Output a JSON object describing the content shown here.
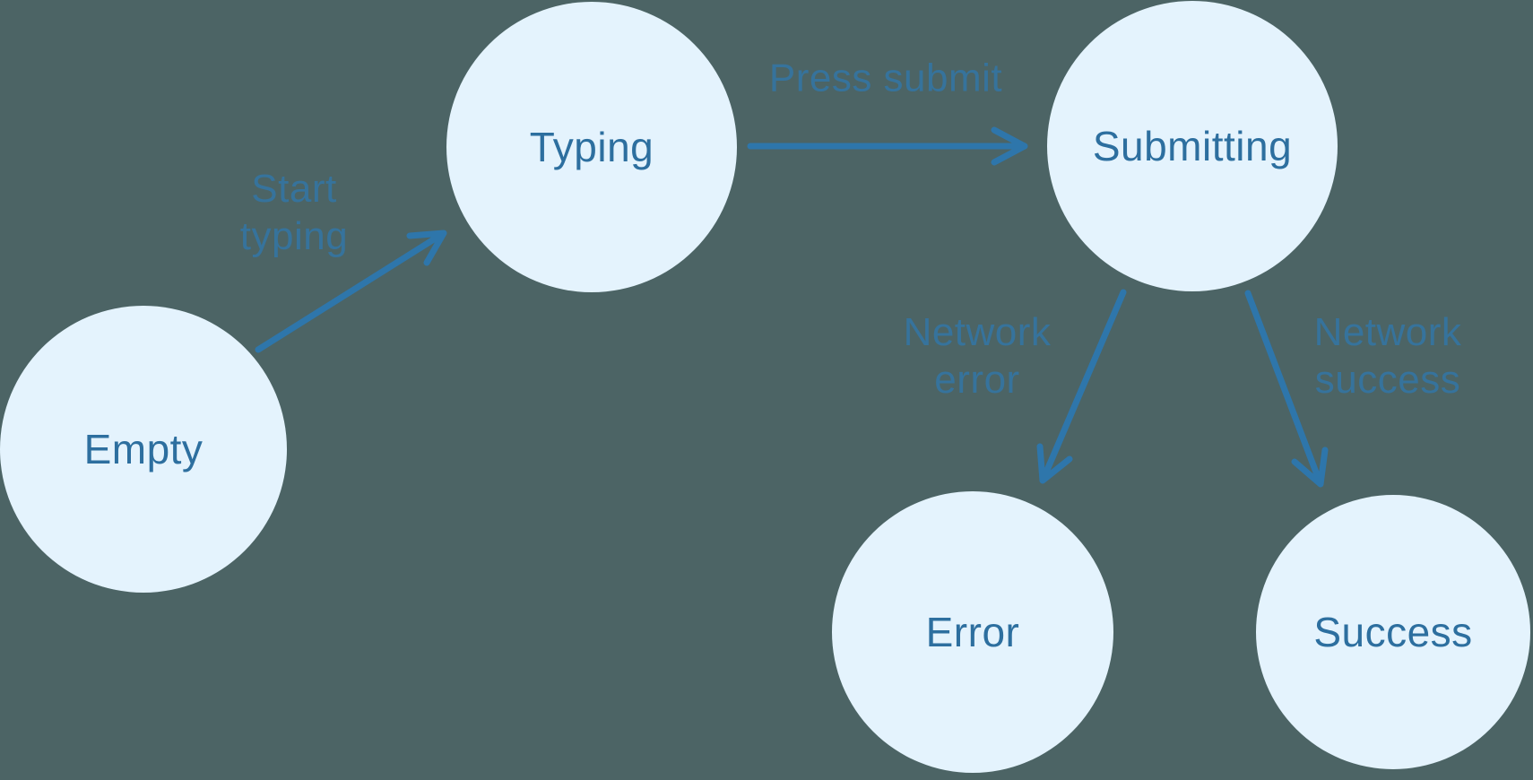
{
  "diagram": {
    "kind": "state-machine",
    "nodes": [
      {
        "id": "empty",
        "label": "Empty"
      },
      {
        "id": "typing",
        "label": "Typing"
      },
      {
        "id": "submitting",
        "label": "Submitting"
      },
      {
        "id": "error",
        "label": "Error"
      },
      {
        "id": "success",
        "label": "Success"
      }
    ],
    "edges": [
      {
        "from": "Empty",
        "to": "Typing",
        "label": "Start typing"
      },
      {
        "from": "Typing",
        "to": "Submitting",
        "label": "Press submit"
      },
      {
        "from": "Submitting",
        "to": "Error",
        "label": "Network error"
      },
      {
        "from": "Submitting",
        "to": "Success",
        "label": "Network success"
      }
    ],
    "colors": {
      "background": "#4c6465",
      "node_fill": "#e4f3fd",
      "node_text": "#2d6f9f",
      "arrow": "#2e76ab",
      "edge_label": "#36739c"
    }
  }
}
